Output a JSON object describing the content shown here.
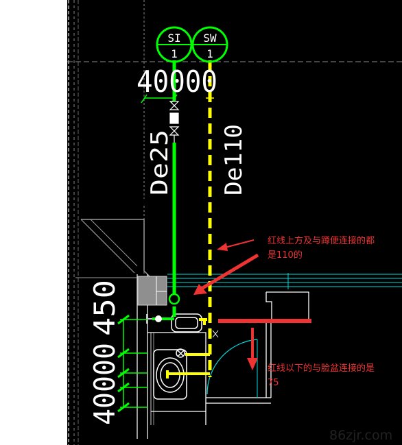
{
  "labels": {
    "pipe_supply_tag_top": "SI",
    "pipe_supply_tag_bottom": "1",
    "pipe_waste_tag_top": "SW",
    "pipe_waste_tag_bottom": "1",
    "dimension_top": "40000",
    "supply_pipe_size": "De25",
    "waste_pipe_size": "De110",
    "dimension_left_1": "450",
    "dimension_left_2": "40000"
  },
  "annotations": {
    "upper_note_line1": "红线上方及与蹲便连接的都",
    "upper_note_line2": "是110的",
    "lower_note_line1": "红线以下的与脸盆连接的是",
    "lower_note_line2": "75"
  },
  "watermark": "86zjr.com",
  "colors": {
    "background": "#000000",
    "supply_pipe": "#00ff00",
    "waste_pipe": "#ffff00",
    "annotation_red": "#ee3333",
    "cad_cyan": "#00dddd",
    "cad_gray": "#9a9a9a",
    "cad_white": "#ffffff"
  }
}
